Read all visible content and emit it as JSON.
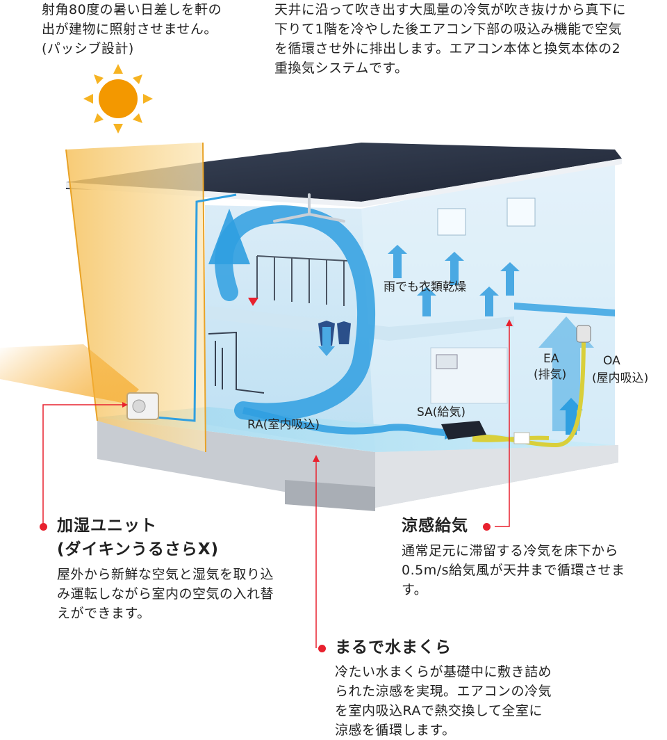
{
  "top_left_text": "射角80度の暑い日差しを軒の出が建物に照射させません。(パッシブ設計)",
  "top_right_text": "天井に沿って吹き出す大風量の冷気が吹き抜けから真下に下りて1階を冷やした後エアコン下部の吸込み機能で空気を循環させ外に排出します。エアコン本体と換気本体の2重換気システムです。",
  "labels": {
    "drying": "雨でも衣類乾燥",
    "ea": "EA",
    "ea_sub": "(排気)",
    "oa": "OA",
    "oa_sub": "(屋内吸込)",
    "ra": "RA(室内吸込)",
    "sa": "SA(給気)"
  },
  "callouts": [
    {
      "title_lines": [
        "加湿ユニット",
        "(ダイキンうるさらX)"
      ],
      "body": "屋外から新鮮な空気と湿気を取り込み運転しながら室内の空気の入れ替えができます。"
    },
    {
      "title_lines": [
        "涼感給気"
      ],
      "body": "通常足元に滞留する冷気を床下から0.5m/s給気風が天井まで循環させます。"
    },
    {
      "title_lines": [
        "まるで水まくら"
      ],
      "body": "冷たい水まくらが基礎中に敷き詰められた涼感を実現。エアコンの冷気を室内吸込RAで熱交換して全室に涼感を循環します。"
    }
  ],
  "colors": {
    "accent": "#e8212e",
    "sun": "#f39800",
    "air_arrow": "#2f9fe0",
    "wall_warm": "#f7c668",
    "duct_yellow": "#d9cf3a"
  }
}
